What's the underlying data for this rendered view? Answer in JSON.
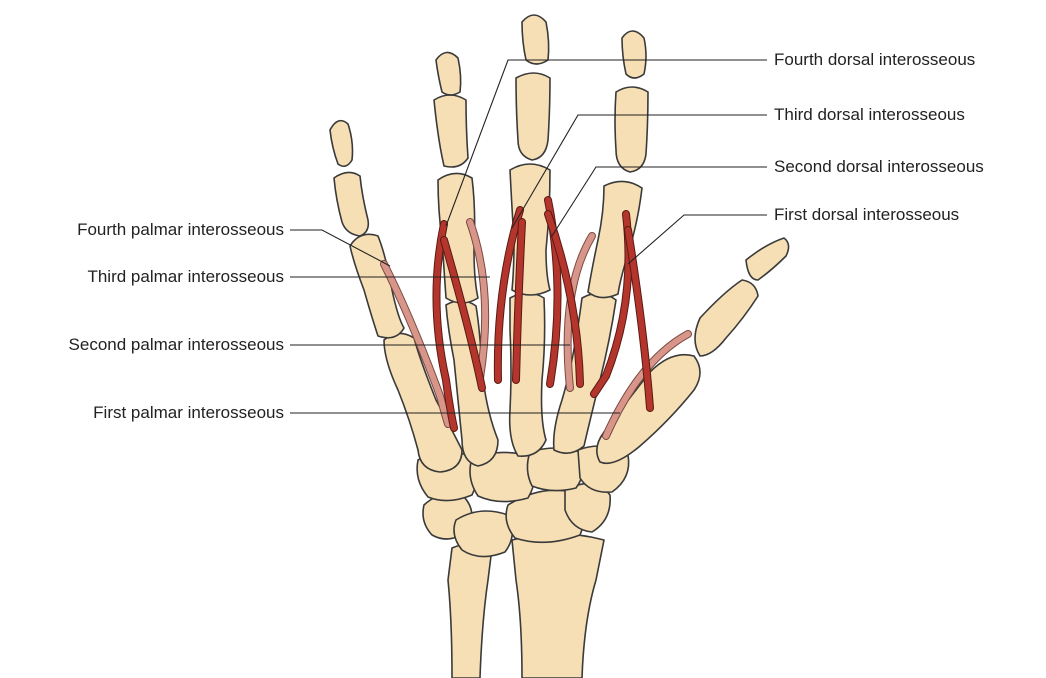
{
  "labels": {
    "fourth_dorsal": "Fourth dorsal interosseous",
    "third_dorsal": "Third dorsal interosseous",
    "second_dorsal": "Second dorsal interosseous",
    "first_dorsal": "First dorsal interosseous",
    "fourth_palmar": "Fourth palmar interosseous",
    "third_palmar": "Third palmar interosseous",
    "second_palmar": "Second palmar interosseous",
    "first_palmar": "First palmar interosseous"
  },
  "colors": {
    "bone": "#f6dfb4",
    "dorsal_muscle": "#b3352c",
    "palmar_muscle": "#d8968a"
  }
}
